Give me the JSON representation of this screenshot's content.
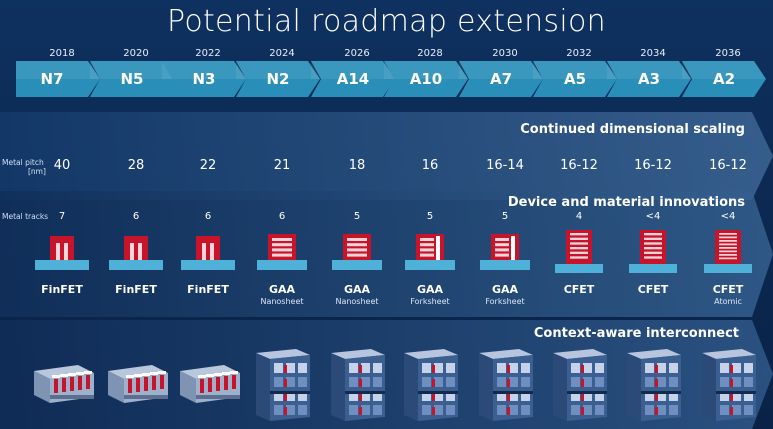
{
  "title": "Potential roadmap extension",
  "years": [
    "2018",
    "2020",
    "2022",
    "2024",
    "2026",
    "2028",
    "2030",
    "2032",
    "2034",
    "2036"
  ],
  "nodes": [
    "N7",
    "N5",
    "N3",
    "N2",
    "A14",
    "A10",
    "A7",
    "A5",
    "A3",
    "A2"
  ],
  "bands": {
    "scaling": "Continued dimensional scaling",
    "innovations": "Device and material innovations",
    "interconnect": "Context-aware interconnect"
  },
  "metal_pitch": {
    "label_line1": "Metal pitch",
    "label_line2": "[nm]",
    "values": [
      "40",
      "28",
      "22",
      "21",
      "18",
      "16",
      "16-14",
      "16-12",
      "16-12",
      "16-12"
    ]
  },
  "metal_tracks": {
    "label": "Metal tracks",
    "values": [
      "7",
      "6",
      "6",
      "6",
      "5",
      "5",
      "5",
      "4",
      "<4",
      "<4"
    ]
  },
  "devices": [
    {
      "name": "FinFET",
      "sub": "",
      "icon": "finfet-icon"
    },
    {
      "name": "FinFET",
      "sub": "",
      "icon": "finfet-icon"
    },
    {
      "name": "FinFET",
      "sub": "",
      "icon": "finfet-icon"
    },
    {
      "name": "GAA",
      "sub": "Nanosheet",
      "icon": "nanosheet-icon"
    },
    {
      "name": "GAA",
      "sub": "Nanosheet",
      "icon": "nanosheet-icon"
    },
    {
      "name": "GAA",
      "sub": "Forksheet",
      "icon": "forksheet-icon"
    },
    {
      "name": "GAA",
      "sub": "Forksheet",
      "icon": "forksheet-icon"
    },
    {
      "name": "CFET",
      "sub": "",
      "icon": "cfet-icon"
    },
    {
      "name": "CFET",
      "sub": "",
      "icon": "cfet-icon"
    },
    {
      "name": "CFET",
      "sub": "Atomic",
      "icon": "atomic-cfet-icon"
    }
  ],
  "colors": {
    "chevron": "#2a8fb8",
    "band": "#2c4f7d",
    "device_red": "#c8142a",
    "substrate": "#4fb0d8"
  }
}
